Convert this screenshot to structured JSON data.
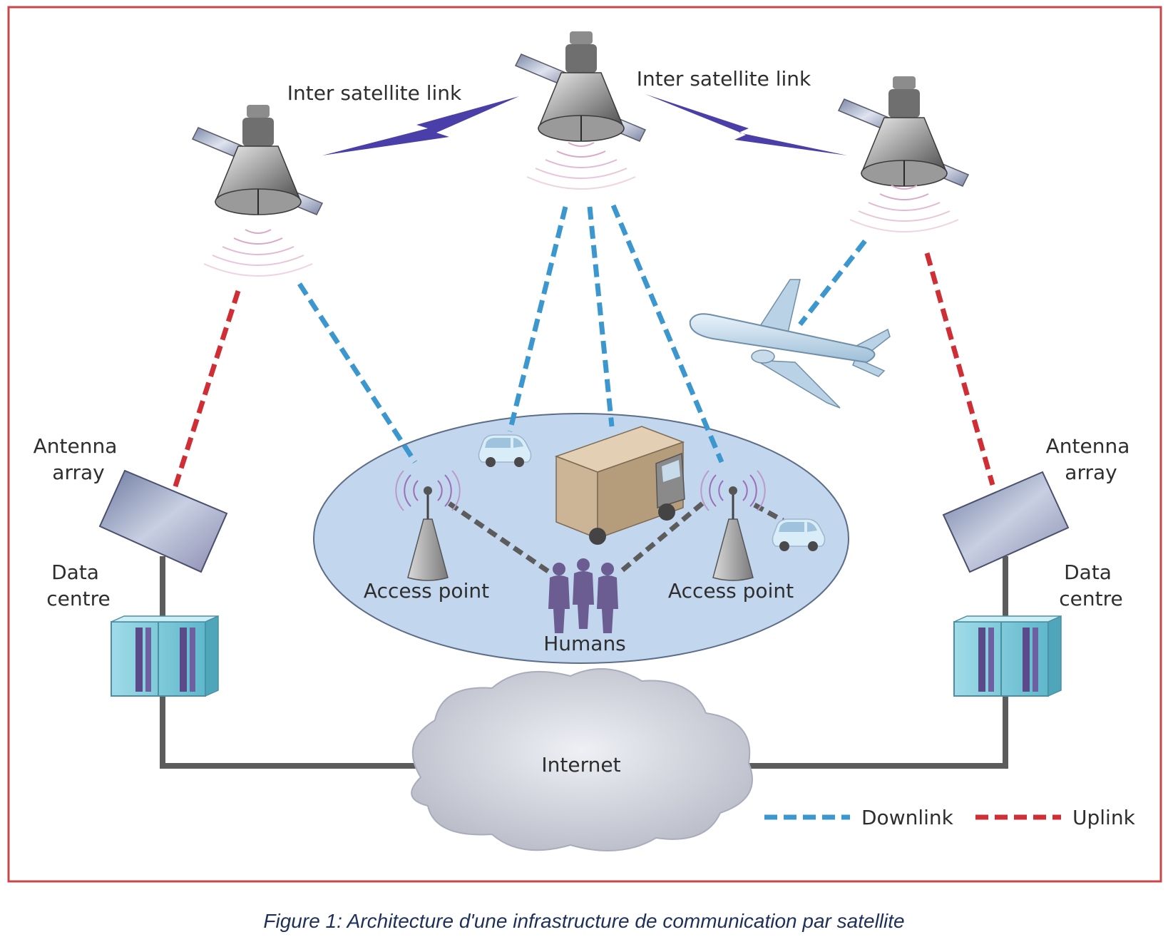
{
  "labels": {
    "isl_left": "Inter satellite link",
    "isl_right": "Inter satellite link",
    "antenna_left": [
      "Antenna",
      "array"
    ],
    "antenna_right": [
      "Antenna",
      "array"
    ],
    "datacentre_left": [
      "Data",
      "centre"
    ],
    "datacentre_right": [
      "Data",
      "centre"
    ],
    "access_point_left": "Access point",
    "access_point_right": "Access point",
    "humans": "Humans",
    "internet": "Internet"
  },
  "legend": {
    "downlink": "Downlink",
    "uplink": "Uplink"
  },
  "colors": {
    "frame": "#c9474b",
    "downlink": "#3d97cf",
    "uplink": "#cf2e35",
    "isl_bolt": "#4a3fa8",
    "wired": "#5c5c5c",
    "zone": "#c2d6ee",
    "caption": "#1e2f5c"
  },
  "caption": "Figure 1: Architecture d'une infrastructure de communication par satellite"
}
